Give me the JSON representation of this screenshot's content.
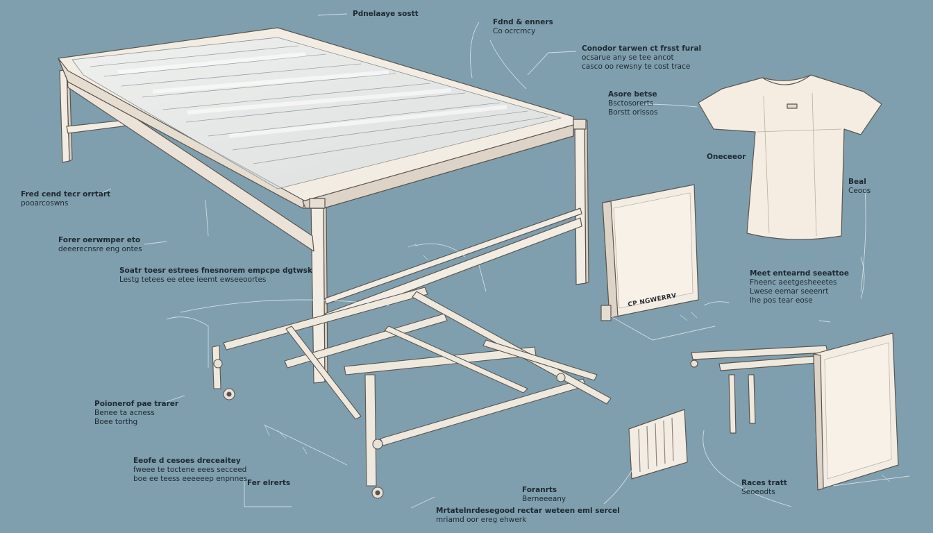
{
  "colors": {
    "background": "#7f9fae",
    "frame_fill": "#f3ece2",
    "frame_stroke": "#5a5550",
    "sketch_line": "#e6edf1",
    "label_text": "#1e2830"
  },
  "icons": [
    "bed-frame-icon",
    "folding-base-icon",
    "headboard-panel-icon",
    "tshirt-icon",
    "folding-hinge-icon",
    "vent-panel-icon",
    "caster-wheel-icon"
  ],
  "labels": {
    "top_center": {
      "line1": "Pdnelaaye sostt"
    },
    "top_right_a": {
      "line1": "Fdnd & enners",
      "line2": "Co ocrcmcy"
    },
    "top_right_b": {
      "line1": "Conodor tarwen ct frsst fural",
      "line2": "ocsarue any se tee ancot",
      "line3": "casco oo rewsny te cost trace"
    },
    "mid_right_a": {
      "line1": "Asore betse",
      "line2": "Bsctosorerts",
      "line3": "Borstt orissos"
    },
    "shirt_left": {
      "line1": "Oneceeor"
    },
    "shirt_right": {
      "line1": "Beal",
      "line2": "Ceoos"
    },
    "left_a": {
      "line1": "Fred cend tecr orrtart",
      "line2": "pooarcoswns"
    },
    "left_b": {
      "line1": "Forer oerwmper eto",
      "line2": "deeerecnsre eng ontes"
    },
    "left_c": {
      "line1": "Soatr toesr estrees fnesnorem empcpe dgtwsk",
      "line2": "Lestg tetees ee etee ieemt ewseeoortes"
    },
    "right_mid": {
      "line1": "Meet entearnd seeattoe",
      "line2": "Fheenc aeetgesheeetes",
      "line3": "Lwese eemar seeenrt",
      "line4": "lhe pos tear eose"
    },
    "left_d": {
      "line1": "Poionerof pae trarer",
      "line2": "Benee ta acness",
      "line3": "Boee torthg"
    },
    "left_e": {
      "line1": "Eeofe d cesoes dreceaitey",
      "line2": "fweee te toctene eees secceed",
      "line3": "boe ee teess eeeeeep enpnnes"
    },
    "left_f": {
      "line1": "Fer elrerts"
    },
    "bottom_a": {
      "line1": "Foranrts",
      "line2": "Berneeeany"
    },
    "bottom_b": {
      "line1": "Mrtatelnrdesegood  rectar weteen eml sercel",
      "line2": "mriamd oor ereg ehwerk"
    },
    "bottom_right": {
      "line1": "Races tratt",
      "line2": "Seoeodts"
    },
    "headboard_tag": "CP NGWERRV"
  }
}
